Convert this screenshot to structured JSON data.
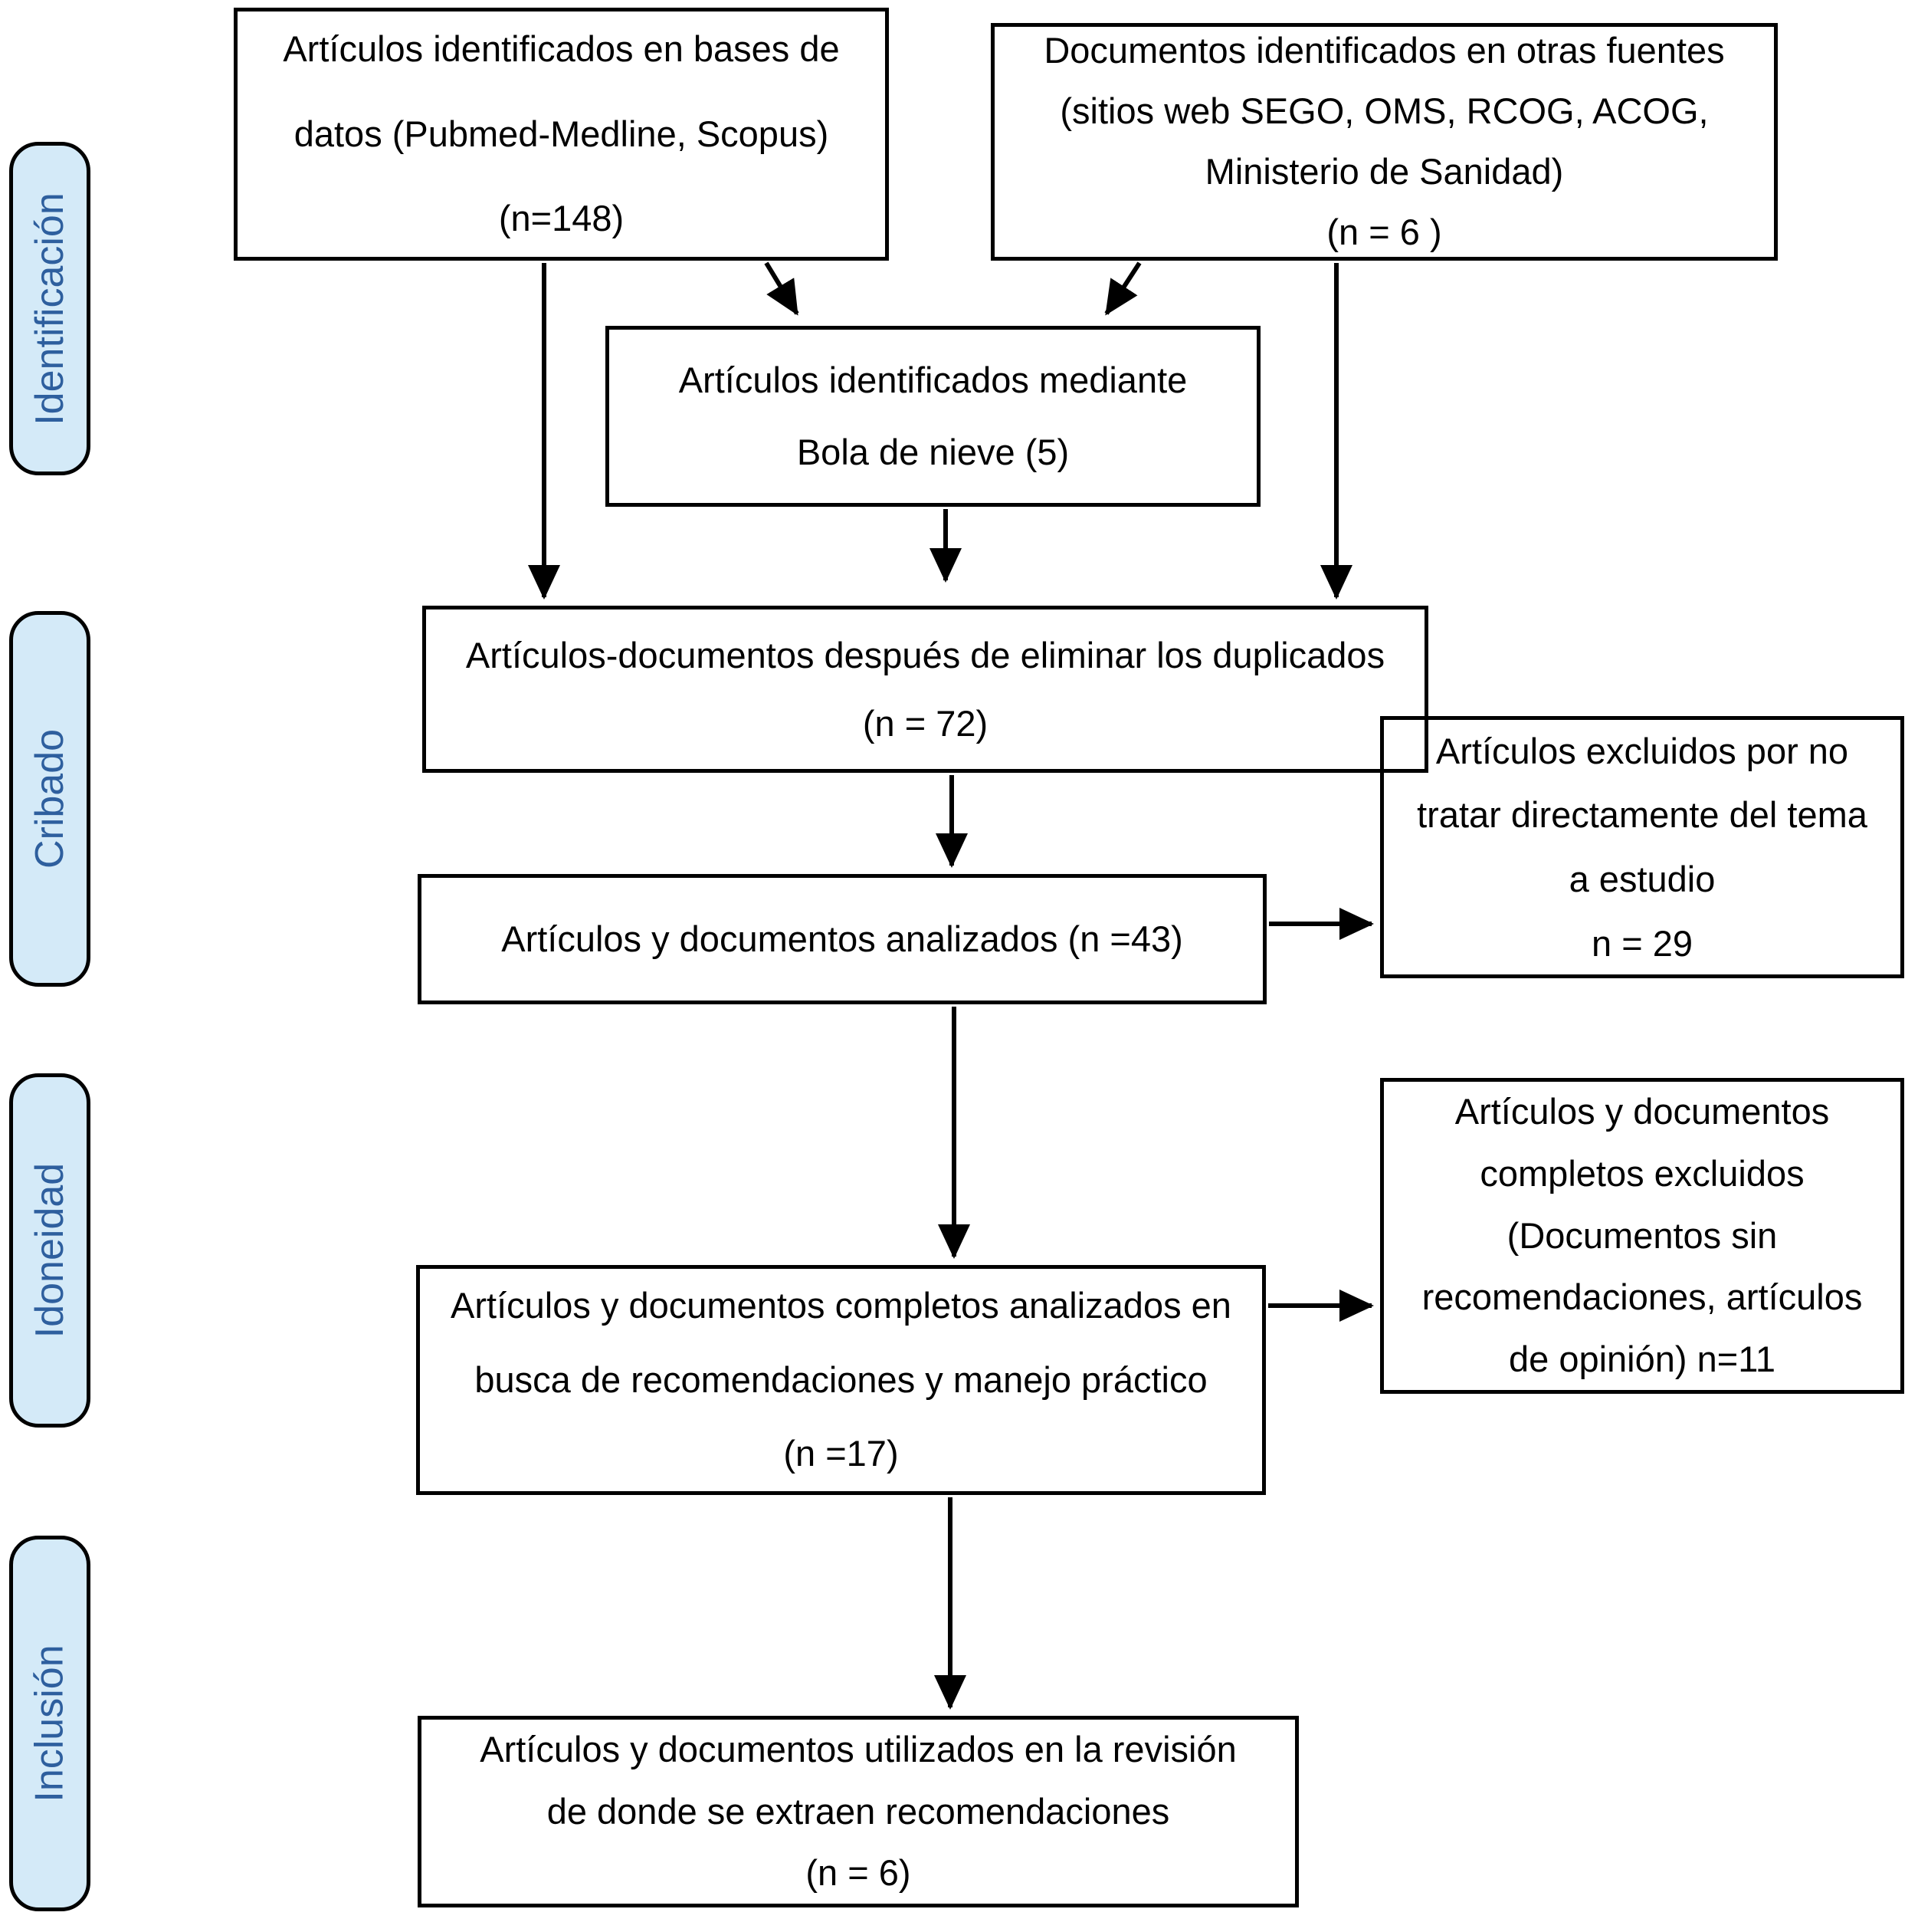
{
  "diagram": {
    "type": "prisma-flowchart",
    "stages": {
      "identificacion": {
        "label": "Identificación"
      },
      "cribado": {
        "label": "Cribado"
      },
      "idoneidad": {
        "label": "Idoneidad"
      },
      "inclusion": {
        "label": "Inclusión"
      }
    },
    "boxes": {
      "db": {
        "text": "Artículos identificados en bases de\ndatos (Pubmed-Medline, Scopus)\n(n=148)",
        "n": 148
      },
      "other": {
        "text": "Documentos identificados en otras fuentes\n(sitios web SEGO, OMS, RCOG, ACOG,\nMinisterio de Sanidad)\n(n = 6 )",
        "n": 6
      },
      "snowball": {
        "text": "Artículos identificados mediante\nBola de nieve (5)",
        "n": 5
      },
      "dedup": {
        "text": "Artículos-documentos después de eliminar los duplicados\n(n = 72)",
        "n": 72
      },
      "screened": {
        "text": "Artículos y documentos analizados (n =43)",
        "n": 43
      },
      "excluded_screen": {
        "text": "Artículos excluidos por no\ntratar directamente del tema\na estudio\nn = 29",
        "n": 29
      },
      "fulltext": {
        "text": "Artículos y documentos completos analizados en\nbusca de recomendaciones y manejo práctico\n(n =17)",
        "n": 17
      },
      "excluded_fulltext": {
        "text": "Artículos y documentos\ncompletos excluidos\n(Documentos sin\nrecomendaciones, artículos\nde opinión) n=11",
        "n": 11
      },
      "included": {
        "text": "Artículos y documentos utilizados en la revisión\nde donde se extraen recomendaciones\n(n = 6)",
        "n": 6
      }
    },
    "colors": {
      "stage_fill": "#d4eaf8",
      "stage_text": "#2e5f9e",
      "box_border": "#000000",
      "arrow": "#000000",
      "background": "#ffffff"
    }
  }
}
